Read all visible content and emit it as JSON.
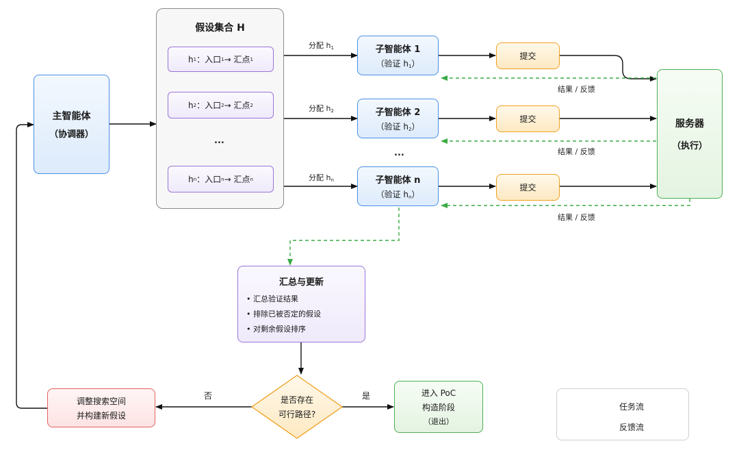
{
  "main_agent": {
    "title": "主智能体",
    "subtitle": "（协调器）"
  },
  "hypothesis_set": {
    "title": "假设集合  H",
    "items": [
      {
        "h": "h",
        "h_sub": "1",
        "label_a": "：入口",
        "a_sub": "1",
        "arrow": " → 汇点",
        "b_sub": "1"
      },
      {
        "h": "h",
        "h_sub": "2",
        "label_a": "：入口",
        "a_sub": "2",
        "arrow": " → 汇点",
        "b_sub": "2"
      },
      {
        "h": "h",
        "h_sub": "n",
        "label_a": "：入口",
        "a_sub": "n",
        "arrow": " → 汇点",
        "b_sub": "n"
      }
    ],
    "ellipsis": "..."
  },
  "assign_labels": [
    {
      "text": "分配 h",
      "sub": "1"
    },
    {
      "text": "分配 h",
      "sub": "2"
    },
    {
      "text": "分配 h",
      "sub": "n"
    }
  ],
  "sub_agents": [
    {
      "title": "子智能体 1",
      "sub_pre": "（验证 h",
      "sub": "1",
      "sub_post": "）"
    },
    {
      "title": "子智能体 2",
      "sub_pre": "（验证 h",
      "sub": "2",
      "sub_post": "）"
    },
    {
      "title": "子智能体 n",
      "sub_pre": "（验证 h",
      "sub": "n",
      "sub_post": "）"
    }
  ],
  "sub_ellipsis": "...",
  "submit_label": "提交",
  "feedback_label": "结果 / 反馈",
  "server": {
    "title": "服务器",
    "subtitle": "（执行）"
  },
  "aggregate": {
    "title": "汇总与更新",
    "bullets": [
      "• 汇总验证结果",
      "• 排除已被否定的假设",
      "• 对剩余假设排序"
    ]
  },
  "decision": {
    "line1": "是否存在",
    "line2": "可行路径?"
  },
  "no_label": "否",
  "yes_label": "是",
  "adjust": {
    "line1": "调整搜索空间",
    "line2": "并构建新假设"
  },
  "poc": {
    "line1": "进入 PoC",
    "line2": "构造阶段",
    "line3": "（退出）"
  },
  "legend": {
    "task_flow": "任务流",
    "feedback_flow": "反馈流"
  },
  "colors": {
    "solid_edge": "#111111",
    "feedback_edge": "#3aaa45"
  }
}
